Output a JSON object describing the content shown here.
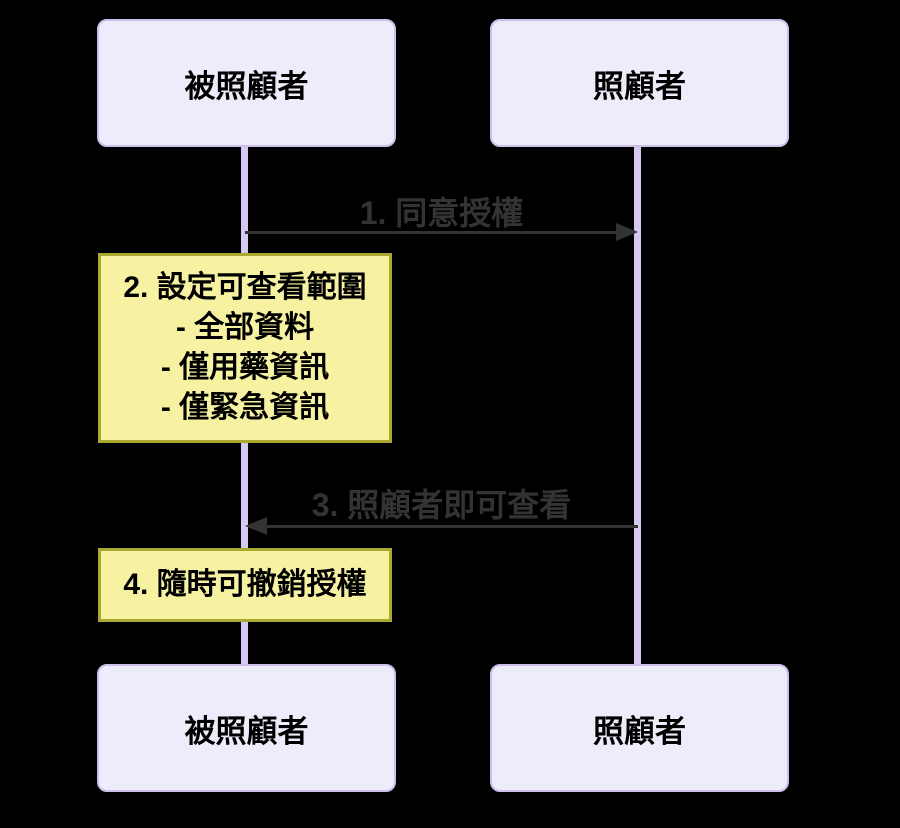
{
  "diagram": {
    "kind": "sequence-diagram",
    "background": "#000000",
    "actors": {
      "left": {
        "label": "被照顧者"
      },
      "right": {
        "label": "照顧者"
      }
    },
    "messages": [
      {
        "label": "1. 同意授權",
        "from": "被照顧者",
        "to": "照顧者",
        "direction": "left-to-right"
      },
      {
        "label": "3. 照顧者即可查看",
        "from": "照顧者",
        "to": "被照顧者",
        "direction": "right-to-left"
      }
    ],
    "notes": [
      {
        "over": "被照顧者",
        "lines": [
          "2. 設定可查看範圍",
          "- 全部資料",
          "- 僅用藥資訊",
          "- 僅緊急資訊"
        ]
      },
      {
        "over": "被照顧者",
        "lines": [
          "4. 隨時可撤銷授權"
        ]
      }
    ],
    "colors": {
      "actor_fill": "#ECECFA",
      "actor_border": "#CCC0EA",
      "actor_text": "#000000",
      "lifeline": "#D6C9F1",
      "arrow": "#333333",
      "message_text": "#333333",
      "note_fill": "#F7F2A2",
      "note_border": "#AAAA33",
      "note_text": "#000000"
    }
  }
}
